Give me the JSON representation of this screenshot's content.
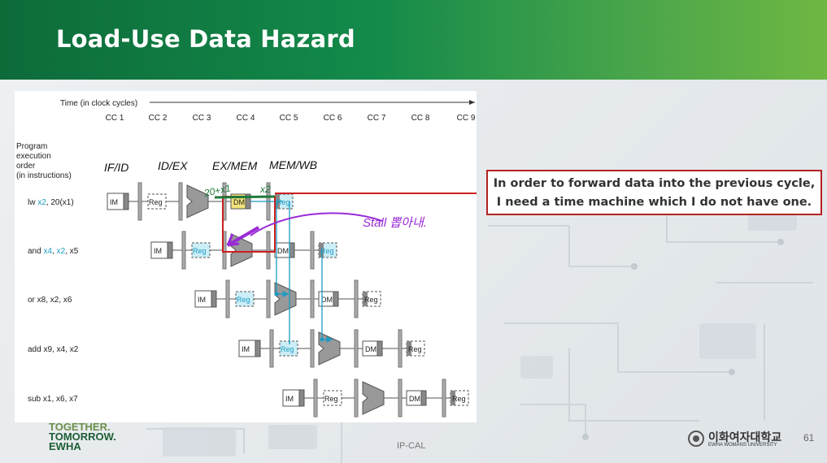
{
  "slide": {
    "title": "Load-Use Data Hazard",
    "page_number": "61",
    "footer_center": "IP-CAL",
    "footer_logo": [
      "TOGETHER.",
      "TOMORROW.",
      "EWHA"
    ],
    "university_kr": "이화여자대학교",
    "university_en": "EWHA WOMANS UNIVERSITY"
  },
  "callout": {
    "line1": "In order to forward data into the previous cycle,",
    "line2": "I need a time machine which I do not have one."
  },
  "diagram": {
    "time_label": "Time (in clock cycles)",
    "cycles": [
      "CC 1",
      "CC 2",
      "CC 3",
      "CC 4",
      "CC 5",
      "CC 6",
      "CC 7",
      "CC 8",
      "CC 9"
    ],
    "order_label": [
      "Program",
      "execution",
      "order",
      "(in instructions)"
    ],
    "stages": {
      "im": "IM",
      "reg": "Reg",
      "dm": "DM"
    },
    "instructions": [
      {
        "op": "lw ",
        "r1": "x2",
        "rest": ", 20(x1)"
      },
      {
        "op": "and ",
        "r1": "x4",
        "sep": ", ",
        "r2": "x2",
        "rest": ", x5"
      },
      {
        "op": "or x8, x2, x6"
      },
      {
        "op": "add x9, x4, x2"
      },
      {
        "op": "sub x1, x6, x7"
      }
    ],
    "handwriting": {
      "if_id": "IF/ID",
      "id_ex": "ID/EX",
      "ex_mem": "EX/MEM",
      "mem_wb": "MEM/WB",
      "x1_note": "20+x1",
      "x2_note": "x2",
      "stall_note": "Stall 뽑아내."
    }
  },
  "colors": {
    "header_start": "#0d6b3a",
    "header_end": "#6fb742",
    "callout_border": "#b32222",
    "highlight_blue": "#1a9bc4",
    "annotation_red": "#cc1f1f",
    "annotation_purple": "#9a2bd6",
    "annotation_green": "#1f7a3a"
  }
}
